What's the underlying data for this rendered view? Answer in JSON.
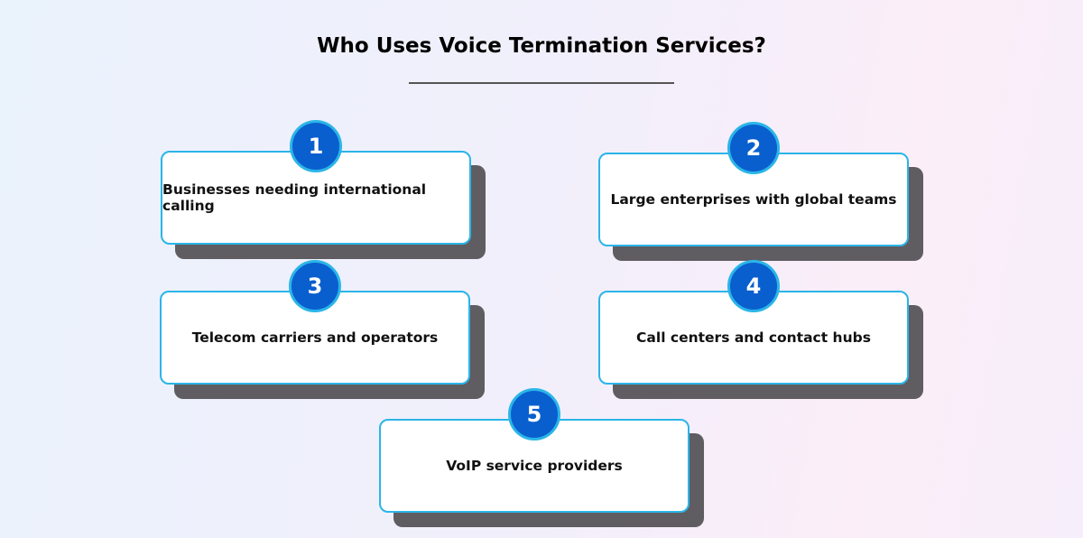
{
  "title": "Who Uses Voice Termination Services?",
  "items": [
    {
      "number": "1",
      "label": "Businesses needing international calling"
    },
    {
      "number": "2",
      "label": "Large enterprises with global teams"
    },
    {
      "number": "3",
      "label": "Telecom carriers and operators"
    },
    {
      "number": "4",
      "label": "Call centers and contact hubs"
    },
    {
      "number": "5",
      "label": "VoIP service providers"
    }
  ],
  "colors": {
    "circle": "#0a5fce",
    "border": "#2bb5e8",
    "shadow": "#5f5d62"
  }
}
